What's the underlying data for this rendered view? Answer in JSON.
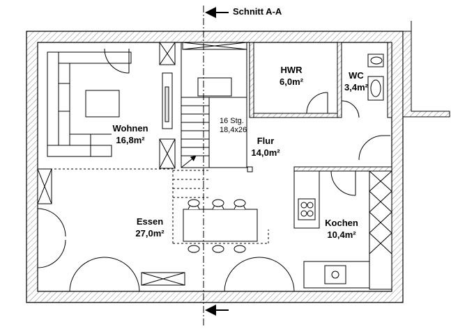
{
  "section": {
    "label": "Schnitt A-A"
  },
  "rooms": {
    "wohnen": {
      "name": "Wohnen",
      "area": "16,8m²"
    },
    "essen": {
      "name": "Essen",
      "area": "27,0m²"
    },
    "flur": {
      "name": "Flur",
      "area": "14,0m²"
    },
    "hwr": {
      "name": "HWR",
      "area": "6,0m²"
    },
    "wc": {
      "name": "WC",
      "area": "3,4m²"
    },
    "kochen": {
      "name": "Kochen",
      "area": "10,4m²"
    }
  },
  "stairs": {
    "steps": "16 Stg.",
    "dimension": "18,4x26"
  },
  "colors": {
    "wall_hatch": "#d9d9d9",
    "line": "#000000",
    "fixture_fill": "#e8e8e8"
  }
}
